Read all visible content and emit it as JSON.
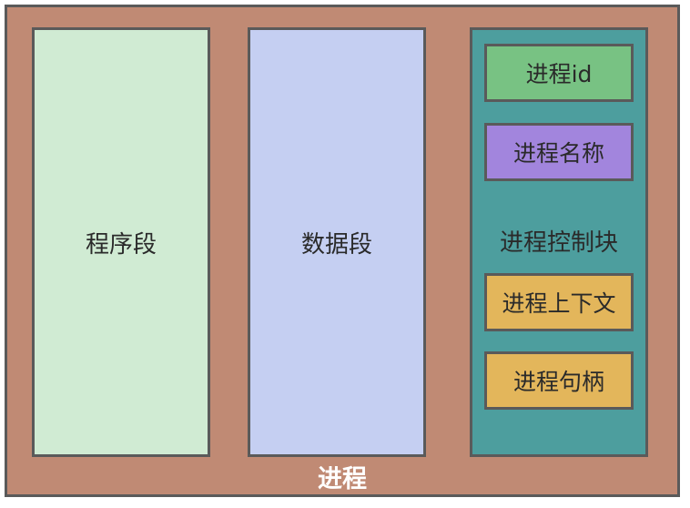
{
  "process": {
    "label": "进程",
    "code_segment": "程序段",
    "data_segment": "数据段",
    "pcb": {
      "label": "进程控制块",
      "fields": {
        "id": "进程id",
        "name": "进程名称",
        "context": "进程上下文",
        "handle": "进程句柄"
      }
    }
  },
  "colors": {
    "process_bg": "#c08a74",
    "code_segment_bg": "#d0ebd3",
    "data_segment_bg": "#c5cff2",
    "pcb_bg": "#4d9e9e",
    "id_bg": "#78c283",
    "name_bg": "#a285dd",
    "context_bg": "#e3b65b",
    "handle_bg": "#e3b65b",
    "border": "#5a5a5a"
  }
}
